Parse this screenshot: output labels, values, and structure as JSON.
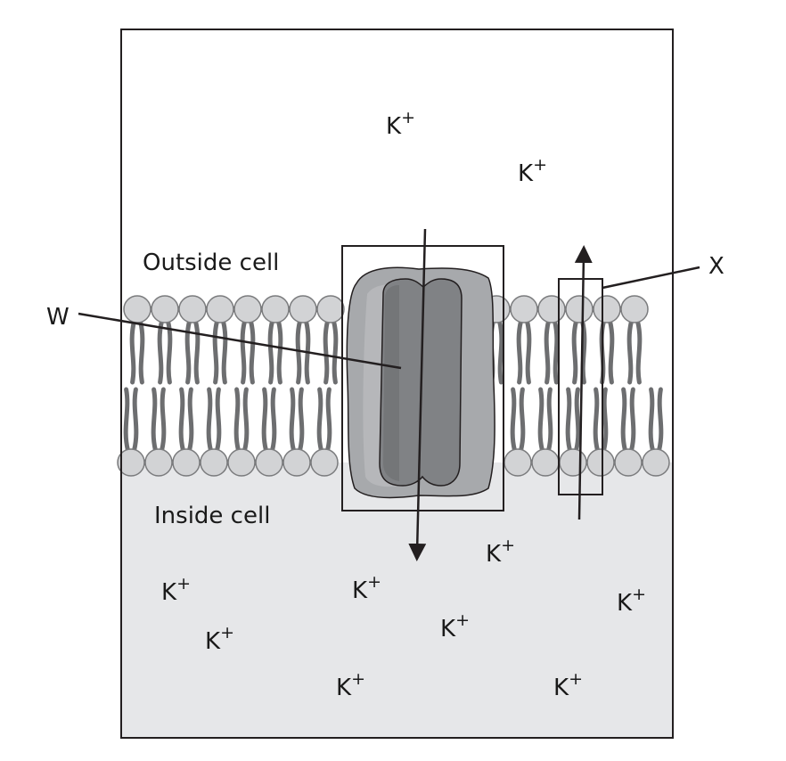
{
  "labels": {
    "outside": "Outside cell",
    "inside": "Inside cell",
    "w": "W",
    "x": "X"
  },
  "ion": {
    "symbol": "K",
    "charge": "+"
  },
  "ions_outside_count": 2,
  "ions_inside_count": 8,
  "colors": {
    "inside_fill": "#e6e7e9",
    "head_fill": "#d2d3d5",
    "head_stroke": "#7a7b7d",
    "tail": "#6d6e70",
    "protein_outer": "#a7a9ac",
    "protein_inner": "#808285",
    "line": "#231f20"
  }
}
